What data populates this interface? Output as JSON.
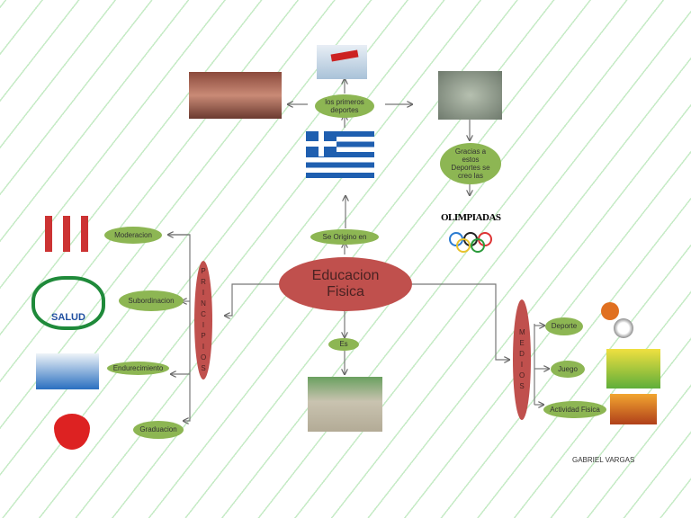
{
  "center": "Educacion Fisica",
  "top": {
    "origin": "Se Origino en",
    "first_sports": "los primeros deportes",
    "thanks": "Gracias a estos Deportes se creo las",
    "olympics_title": "OLIMPIADAS"
  },
  "principles": {
    "label": "PRINCIPIOS",
    "items": [
      "Moderacion",
      "Subordinacion",
      "Endurecimiento",
      "Graduacion"
    ]
  },
  "is": "Es",
  "means": {
    "label": "MEDIOS",
    "items": [
      "Deporte",
      "Juego",
      "Actividad Fisica"
    ]
  },
  "salud": "SALUD",
  "author": "GABRIEL VARGAS",
  "colors": {
    "green": "#8db653",
    "red": "#c0504d"
  }
}
